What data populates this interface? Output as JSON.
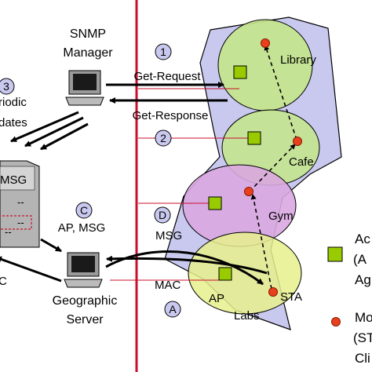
{
  "manager": {
    "line1": "SNMP",
    "line2": "Manager"
  },
  "messages": {
    "get_request": "Get-Request",
    "get_response": "Get-Response"
  },
  "steps": {
    "s1": "1",
    "s2": "2",
    "s3": "3",
    "sA": "A",
    "sC": "C",
    "sD": "D"
  },
  "left_text": {
    "line1": "riodic",
    "line2": "dates"
  },
  "msg_box": {
    "title": "MSG",
    "dash1": "--",
    "dash2": "--",
    "dash3": "--"
  },
  "ap_msg": "AP, MSG",
  "left_c": "C",
  "server": {
    "line1": "Geographic",
    "line2": "Server"
  },
  "labels": {
    "msg": "MSG",
    "mac": "MAC"
  },
  "locations": {
    "library": "Library",
    "cafe": "Cafe",
    "gym": "Gym",
    "labs": "Labs",
    "ap": "AP",
    "sta": "STA"
  },
  "legend": {
    "ap_line1": "Ac",
    "ap_line2": "(A",
    "ap_line3": "Ag",
    "sta_line1": "Mo",
    "sta_line2": "(ST",
    "sta_line3": "Cli"
  },
  "colors": {
    "divider": "#c8102e",
    "ap_square": "#99cc00",
    "sta_dot": "#e8401c"
  }
}
